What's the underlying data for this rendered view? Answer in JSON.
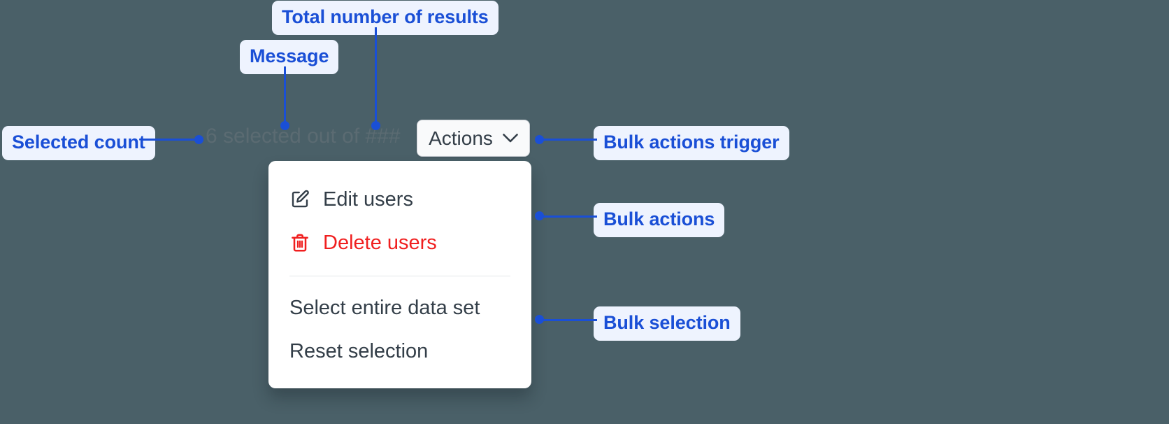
{
  "background_color": "#4a6068",
  "accent_color": "#1a4fd6",
  "callout_bg_color": "#eef3fe",
  "danger_color": "#f01f1f",
  "annotations": [
    {
      "id": "total-results",
      "label": "Total number of results"
    },
    {
      "id": "message",
      "label": "Message"
    },
    {
      "id": "selected-count",
      "label": "Selected count"
    },
    {
      "id": "bulk-trigger",
      "label": "Bulk actions trigger"
    },
    {
      "id": "bulk-actions",
      "label": "Bulk actions"
    },
    {
      "id": "bulk-selection",
      "label": "Bulk selection"
    }
  ],
  "status": {
    "text": "6 selected out of ###",
    "selected_count": "6",
    "total_placeholder": "###"
  },
  "actions_button": {
    "label": "Actions",
    "icon": "chevron-down-icon"
  },
  "menu": {
    "groups": [
      {
        "id": "bulk-actions",
        "items": [
          {
            "id": "edit-users",
            "label": "Edit users",
            "icon": "edit-pencil-icon",
            "danger": false
          },
          {
            "id": "delete-users",
            "label": "Delete users",
            "icon": "trash-icon",
            "danger": true
          }
        ]
      },
      {
        "id": "bulk-selection",
        "items": [
          {
            "id": "select-entire-data-set",
            "label": "Select entire data set",
            "icon": "",
            "danger": false
          },
          {
            "id": "reset-selection",
            "label": "Reset selection",
            "icon": "",
            "danger": false
          }
        ]
      }
    ]
  }
}
